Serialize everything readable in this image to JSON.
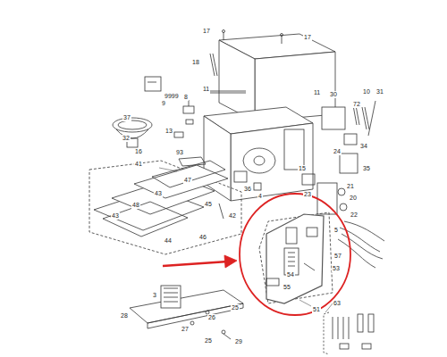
{
  "diagram": {
    "labels": [
      "17",
      "17",
      "18",
      "9999",
      "11",
      "8",
      "9",
      "37",
      "32",
      "16",
      "13",
      "93",
      "47",
      "41",
      "43",
      "48",
      "43",
      "45",
      "42",
      "46",
      "44",
      "36",
      "4",
      "15",
      "11",
      "30",
      "72",
      "10",
      "31",
      "24",
      "34",
      "35",
      "23",
      "21",
      "20",
      "22",
      "5",
      "57",
      "53",
      "54",
      "55",
      "51",
      "3",
      "28",
      "25",
      "26",
      "27",
      "25",
      "29",
      "63"
    ]
  }
}
